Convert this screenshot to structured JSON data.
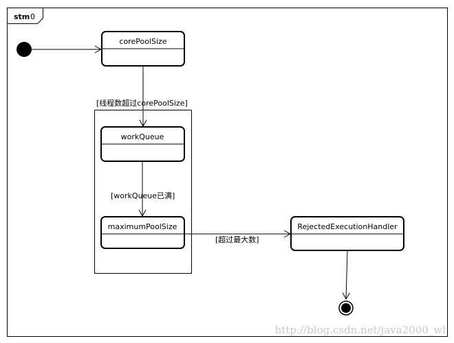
{
  "frame": {
    "kind": "stm",
    "name": "0"
  },
  "states": {
    "core_pool": {
      "label": "corePoolSize"
    },
    "work_queue": {
      "label": "workQueue"
    },
    "max_pool": {
      "label": "maximumPoolSize"
    },
    "rejected": {
      "label": "RejectedExecutionHandler"
    }
  },
  "guards": {
    "exceed_core": "[线程数超过corePoolSize]",
    "queue_full": "[workQueue已满]",
    "exceed_max": "[超过最大数]"
  },
  "watermark": "http://blog.csdn.net/java2000_wl",
  "colors": {
    "line": "#000000",
    "fill": "#ffffff",
    "watermark": "#c8c8c8"
  }
}
